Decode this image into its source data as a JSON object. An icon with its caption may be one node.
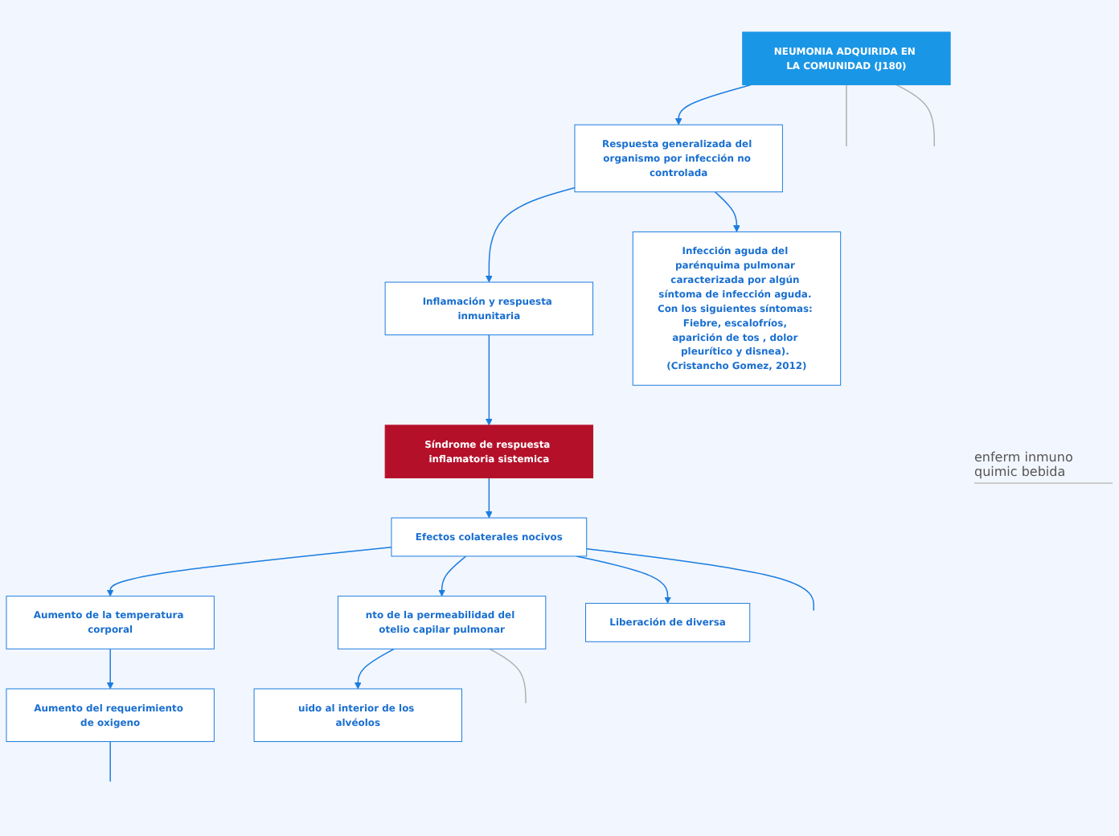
{
  "diagram": {
    "nodes": [
      {
        "text": [
          "NEUMONIA ADQUIRIDA EN LA COMUNIDAD (J180)"
        ]
      },
      {
        "text": [
          "Respuesta generalizada del organismo por infección no controlada"
        ]
      },
      {
        "text": [
          "Inflamación y respuesta inmunitaria"
        ]
      },
      {
        "text": [
          "Infección aguda del parénquima pulmonar caracterizada por algún síntoma de infección aguda. Con los siguientes síntomas: Fiebre, escalofríos, aparición de tos , dolor pleurítico y disnea). (Cristancho Gomez, 2012)"
        ]
      },
      {
        "text": [
          "Síndrome de respuesta inflamatoria sistemica"
        ]
      },
      {
        "text": [
          "Efectos colaterales nocivos"
        ]
      },
      {
        "text": [
          "Aumento de la temperatura corporal"
        ]
      },
      {
        "text": [
          "nto de la permeabilidad del otelio capilar pulmonar"
        ]
      },
      {
        "text": [
          "Aumento del requerimiento de oxigeno"
        ]
      },
      {
        "text": [
          "uido al interior de los alvéolos"
        ]
      },
      {
        "text": [
          "Liberación de diversa"
        ]
      }
    ],
    "edges": [
      {
        "from": 0,
        "to": 1,
        "arrow": "to"
      },
      {
        "from": 1,
        "to": 2,
        "arrow": "to"
      },
      {
        "from": 1,
        "to": 3,
        "arrow": "to"
      },
      {
        "from": 2,
        "to": 4,
        "arrow": "to"
      },
      {
        "from": 4,
        "to": 5,
        "arrow": "to"
      },
      {
        "from": 5,
        "to": 6,
        "arrow": "to"
      },
      {
        "from": 5,
        "to": 7,
        "arrow": "to"
      },
      {
        "from": 5,
        "to": 10,
        "arrow": "to"
      },
      {
        "from": 5,
        "to": null,
        "arrow": "none"
      },
      {
        "from": 6,
        "to": 8,
        "arrow": "to"
      },
      {
        "from": 7,
        "to": 9,
        "arrow": "to"
      },
      {
        "from": 8,
        "to": null,
        "arrow": "none"
      },
      {
        "from": 0,
        "to": null,
        "arrow": "none",
        "color": "#b0b0b0"
      },
      {
        "from": 0,
        "to": null,
        "arrow": "none",
        "color": "#b0b0b0"
      },
      {
        "from": 7,
        "to": null,
        "arrow": "none",
        "color": "#b0b0b0"
      }
    ],
    "labels": [
      "enferm inmuno quimic bebida"
    ]
  }
}
